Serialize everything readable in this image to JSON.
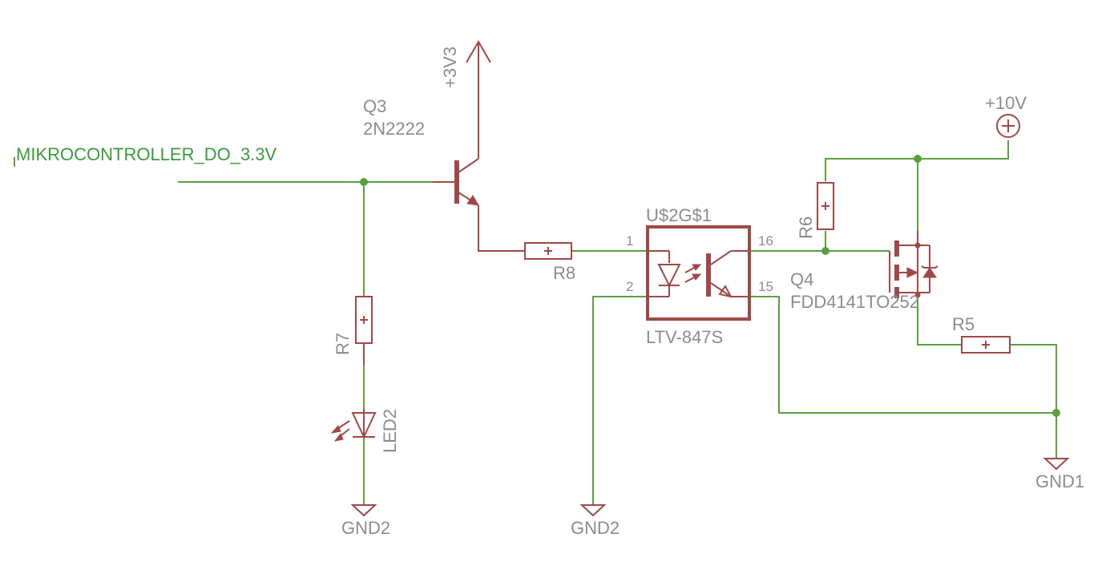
{
  "nets": {
    "input": "MIKROCONTROLLER_DO_3.3V",
    "vcc33": "+3V3",
    "vcc10": "+10V",
    "gnd2_left": "GND2",
    "gnd2_mid": "GND2",
    "gnd1": "GND1"
  },
  "parts": {
    "q3_name": "Q3",
    "q3_value": "2N2222",
    "r8": "R8",
    "r7": "R7",
    "led2": "LED2",
    "u2_name": "U$2G$1",
    "u2_value": "LTV-847S",
    "r6": "R6",
    "q4_name": "Q4",
    "q4_value": "FDD4141TO252",
    "r5": "R5"
  },
  "pins": {
    "p1": "1",
    "p2": "2",
    "p16": "16",
    "p15": "15"
  },
  "colors": {
    "wire": "#5aa040",
    "symbol": "#a04848",
    "label": "#8c8c8c",
    "net_label": "#3a9a3a"
  }
}
